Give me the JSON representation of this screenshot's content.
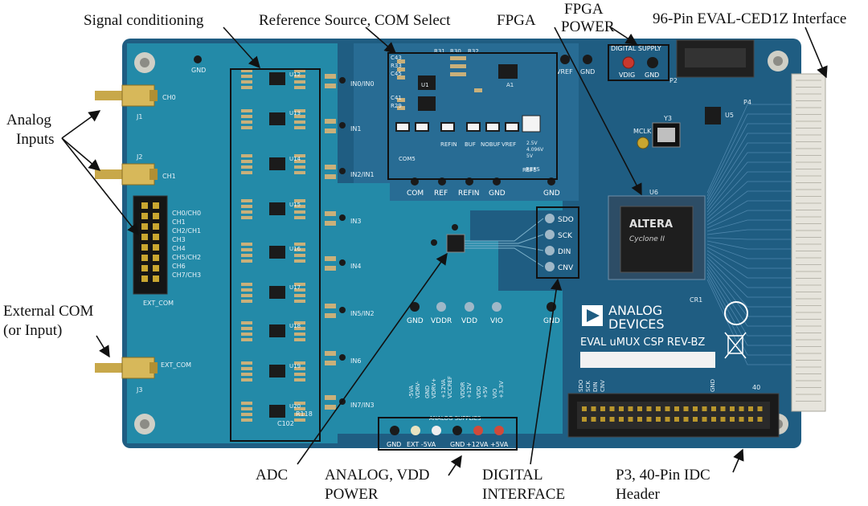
{
  "callouts": {
    "signal_conditioning": "Signal conditioning",
    "reference_source": "Reference Source, COM Select",
    "fpga": "FPGA",
    "fpga_power_l1": "FPGA",
    "fpga_power_l2": "POWER",
    "interface_96pin": "96-Pin EVAL-CED1Z Interface",
    "analog_inputs_l1": "Analog",
    "analog_inputs_l2": "Inputs",
    "external_com_l1": "External COM",
    "external_com_l2": "(or Input)",
    "adc": "ADC",
    "analog_power_l1": "ANALOG, VDD",
    "analog_power_l2": "POWER",
    "digital_interface_l1": "DIGITAL",
    "digital_interface_l2": "INTERFACE",
    "idc_header_l1": "P3, 40-Pin IDC",
    "idc_header_l2": "Header"
  },
  "board": {
    "connectors": {
      "j1": "J1",
      "j2": "J2",
      "j3": "J3",
      "ch0": "CH0",
      "ch1": "CH1",
      "ext_com": "EXT_COM",
      "gnd_top": "GND"
    },
    "header_pins": [
      "CH0/CH0",
      "CH1",
      "CH2/CH1",
      "CH3",
      "CH4",
      "CH5/CH2",
      "CH6",
      "CH7/CH3"
    ],
    "header_label": "EXT_COM",
    "in_labels": [
      "IN0/IN0",
      "IN1",
      "IN2/IN1",
      "IN3",
      "IN4",
      "IN5/IN2",
      "IN6",
      "IN7/IN3"
    ],
    "ref_testpoints": [
      "COM",
      "REF",
      "REFIN",
      "GND",
      "GND"
    ],
    "ref_jumpers": [
      "COM5",
      "REFIN",
      "BUF",
      "NOBUF",
      "VREF",
      "REF5"
    ],
    "ref_parts": [
      "U1",
      "A1",
      "R30",
      "R31",
      "R32",
      "C43",
      "C44",
      "C45",
      "C41",
      "R29",
      "R33",
      "REFS",
      "2.5V",
      "4.096V",
      "5V"
    ],
    "top_testpoints": [
      "VREF",
      "GND"
    ],
    "digital_supply": {
      "title": "DIGITAL SUPPLY",
      "vdig": "VDIG",
      "gnd": "GND"
    },
    "digital_signals": [
      "SDO",
      "SCK",
      "DIN",
      "CNV"
    ],
    "u6": "U6",
    "fpga_chip": {
      "brand": "ALTERA",
      "family": "Cyclone II"
    },
    "mclk": "MCLK",
    "y3": "Y3",
    "u5": "U5",
    "p4": "P4",
    "p2": "P2",
    "power_testpoints": [
      "GND",
      "VDDR",
      "VDD",
      "VIO",
      "GND"
    ],
    "analog_supplies": {
      "title": "ANALOG SUPPLIES",
      "labels": [
        "GND",
        "EXT -5VA",
        "GND",
        "+12VA",
        "+5VA"
      ]
    },
    "rail_labels": [
      "-5VA",
      "VDRV-",
      "GND",
      "VDRV+",
      "+12VA",
      "VCCREF",
      "VDDR",
      "+12V",
      "VDD",
      "+5V",
      "VIO",
      "+3.3V"
    ],
    "logo": {
      "line1": "ANALOG",
      "line2": "DEVICES"
    },
    "board_name": "EVAL uMUX CSP REV-BZ",
    "p3_pins": [
      "SDO",
      "SCK",
      "DIN",
      "CNV",
      "GND"
    ],
    "p3_pin40": "40",
    "cr1": "CR1",
    "u_labels": [
      "U12",
      "U13",
      "U14",
      "U15",
      "U16",
      "U17",
      "U18",
      "U19",
      "U20"
    ],
    "c102": "C102",
    "r118": "R118"
  },
  "colors": {
    "board": "#1f5d82",
    "analog_region": "#238aa8",
    "arrow": "#111111",
    "box": "#111111"
  }
}
